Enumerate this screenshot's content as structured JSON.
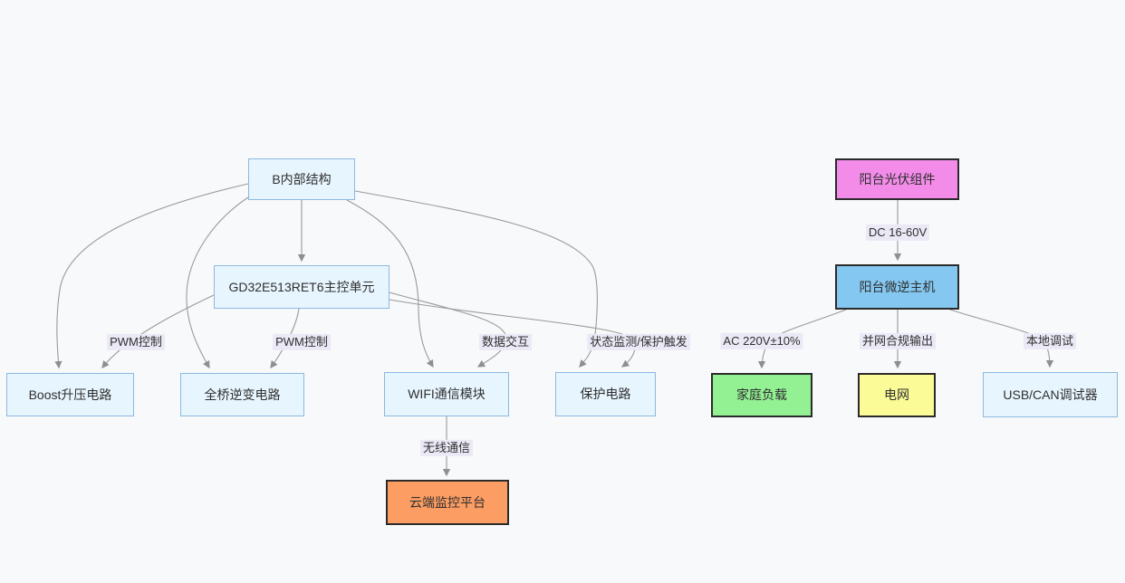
{
  "colors": {
    "background": "#f8f9fb",
    "text": "#2f2f2f",
    "edge_line": "#9a9a9a",
    "edge_label_bg": "#ece9f7",
    "node_default_fill": "#e7f5fe",
    "node_default_border": "#8cb8e0",
    "styled_border": "#2b2b2b",
    "pv_fill": "#f28ce8",
    "inverter_fill": "#84c7f0",
    "home_fill": "#93f093",
    "grid_fill": "#fbfb98",
    "cloud_fill": "#fc9d63"
  },
  "left_diagram": {
    "nodes": {
      "root": {
        "label": "B内部结构"
      },
      "mcu": {
        "label": "GD32E513RET6主控单元"
      },
      "boost": {
        "label": "Boost升压电路"
      },
      "bridge": {
        "label": "全桥逆变电路"
      },
      "wifi": {
        "label": "WIFI通信模块"
      },
      "protect": {
        "label": "保护电路"
      },
      "cloud": {
        "label": "云端监控平台"
      }
    },
    "edge_labels": {
      "pwm_boost": "PWM控制",
      "pwm_bridge": "PWM控制",
      "data_exchange": "数据交互",
      "status_protect": "状态监测/保护触发",
      "wireless": "无线通信"
    }
  },
  "right_diagram": {
    "nodes": {
      "pv": {
        "label": "阳台光伏组件"
      },
      "inverter": {
        "label": "阳台微逆主机"
      },
      "home": {
        "label": "家庭负载"
      },
      "grid": {
        "label": "电网"
      },
      "usb": {
        "label": "USB/CAN调试器"
      }
    },
    "edge_labels": {
      "dc": {
        "label": "DC 16-60V"
      },
      "ac": {
        "label": "AC 220V±10%"
      },
      "grid_out": {
        "label": "并网合规输出"
      },
      "local_debug": {
        "label": "本地调试"
      }
    }
  }
}
